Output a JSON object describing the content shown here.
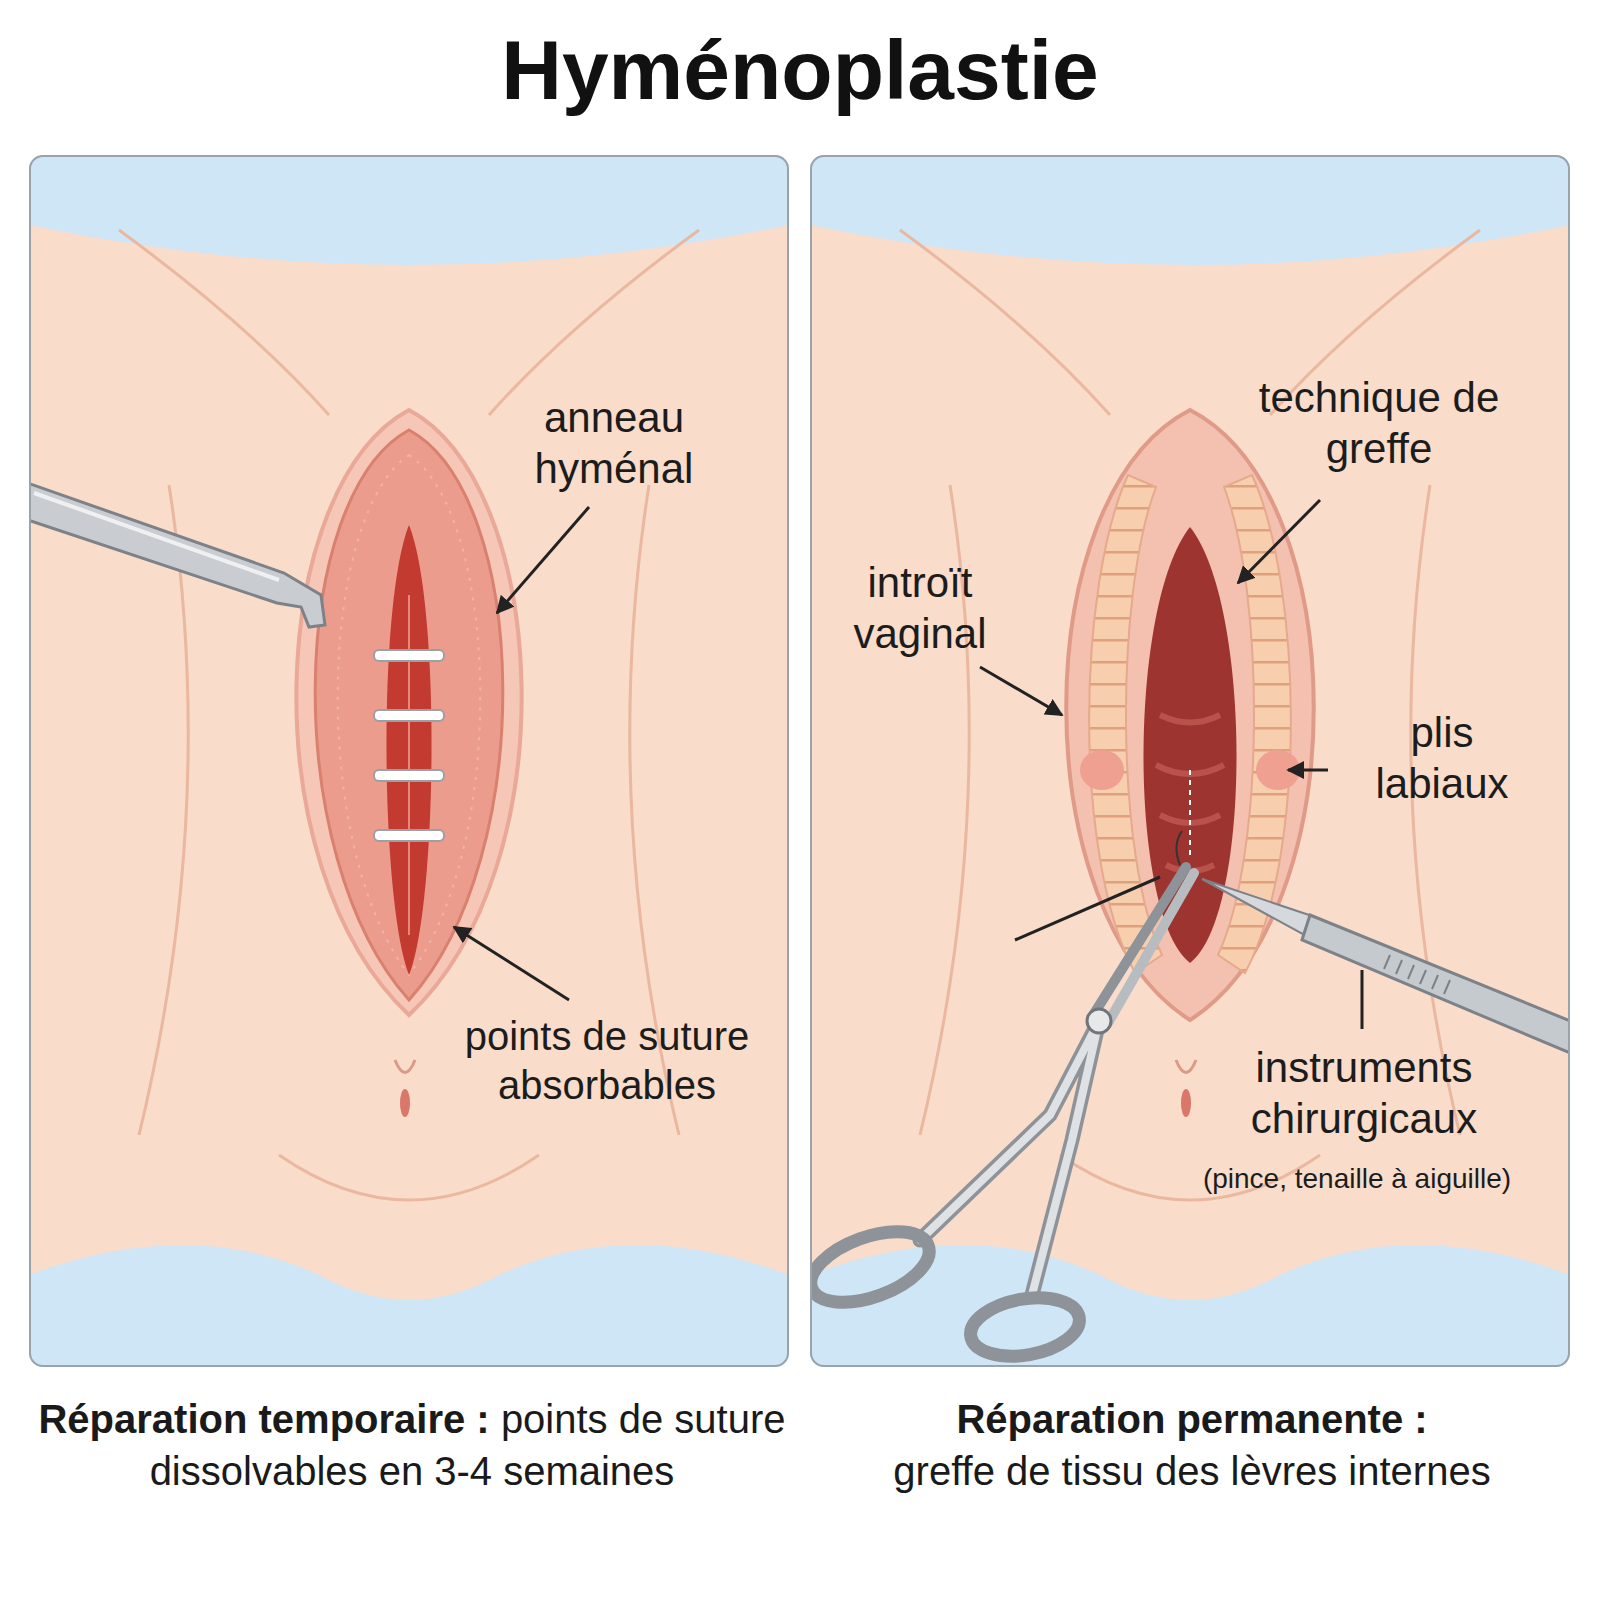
{
  "diagram": {
    "title": "Hyménoplastie",
    "nodes": [
      {
        "text": [
          "anneau hyménal",
          "points de suture absorbables",
          "Réparation temporaire :",
          "points de suture dissolvables en 3-4 semaines"
        ]
      },
      {
        "text": [
          "technique de greffe",
          "introït vaginal",
          "plis labiaux",
          "instruments chirurgicaux",
          "(pince, tenaille à aiguille)",
          "Réparation permanente :",
          "greffe de tissu des lèvres internes"
        ]
      }
    ]
  }
}
